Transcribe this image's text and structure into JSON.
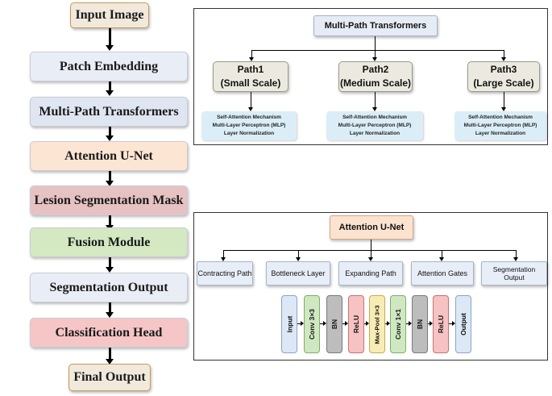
{
  "flow": [
    {
      "label": "Input Image",
      "bg": "#f0e9dc",
      "border": "#c79a56"
    },
    {
      "label": "Patch Embedding",
      "bg": "#e9edf6"
    },
    {
      "label": "Multi-Path Transformers",
      "bg": "#dfe6f2"
    },
    {
      "label": "Attention U-Net",
      "bg": "#fce5d3"
    },
    {
      "label": "Lesion Segmentation Mask",
      "bg": "#e6c2c2"
    },
    {
      "label": "Fusion Module",
      "bg": "#d4e8c2"
    },
    {
      "label": "Segmentation Output",
      "bg": "#e9edf6"
    },
    {
      "label": "Classification Head",
      "bg": "#f6c6c6"
    },
    {
      "label": "Final Output",
      "bg": "#f0e9dc",
      "border": "#c79a56"
    }
  ],
  "mpt": {
    "title": "Multi-Path Transformers",
    "paths": [
      {
        "line1": "Path1",
        "line2": "(Small Scale)"
      },
      {
        "line1": "Path2",
        "line2": "(Medium Scale)"
      },
      {
        "line1": "Path3",
        "line2": "(Large Scale)"
      }
    ],
    "details": [
      "Self-Attention Mechanism",
      "Multi-Layer Perceptron (MLP)",
      "Layer Normalization"
    ]
  },
  "unet": {
    "title": "Attention U-Net",
    "components": [
      "Contracting Path",
      "Bottleneck Layer",
      "Expanding Path",
      "Attention Gates",
      "Segmentation Output"
    ],
    "layers": [
      {
        "label": "Input",
        "bg": "#dde8f6",
        "border": "#8aa4c8"
      },
      {
        "label": "Conv 3×3",
        "bg": "#cfe8c2",
        "border": "#7fae6a"
      },
      {
        "label": "BN",
        "bg": "#bdbdbd",
        "border": "#7a7a7a"
      },
      {
        "label": "ReLU",
        "bg": "#f6c2c2",
        "border": "#c47474"
      },
      {
        "label": "Max-Pool 3×3",
        "bg": "#f8ecb4",
        "border": "#c4ac54"
      },
      {
        "label": "Conv 1×1",
        "bg": "#cfe8c2",
        "border": "#7fae6a"
      },
      {
        "label": "BN",
        "bg": "#bdbdbd",
        "border": "#7a7a7a"
      },
      {
        "label": "ReLU",
        "bg": "#f6c2c2",
        "border": "#c47474"
      },
      {
        "label": "Output",
        "bg": "#dde8f6",
        "border": "#8aa4c8"
      }
    ]
  }
}
